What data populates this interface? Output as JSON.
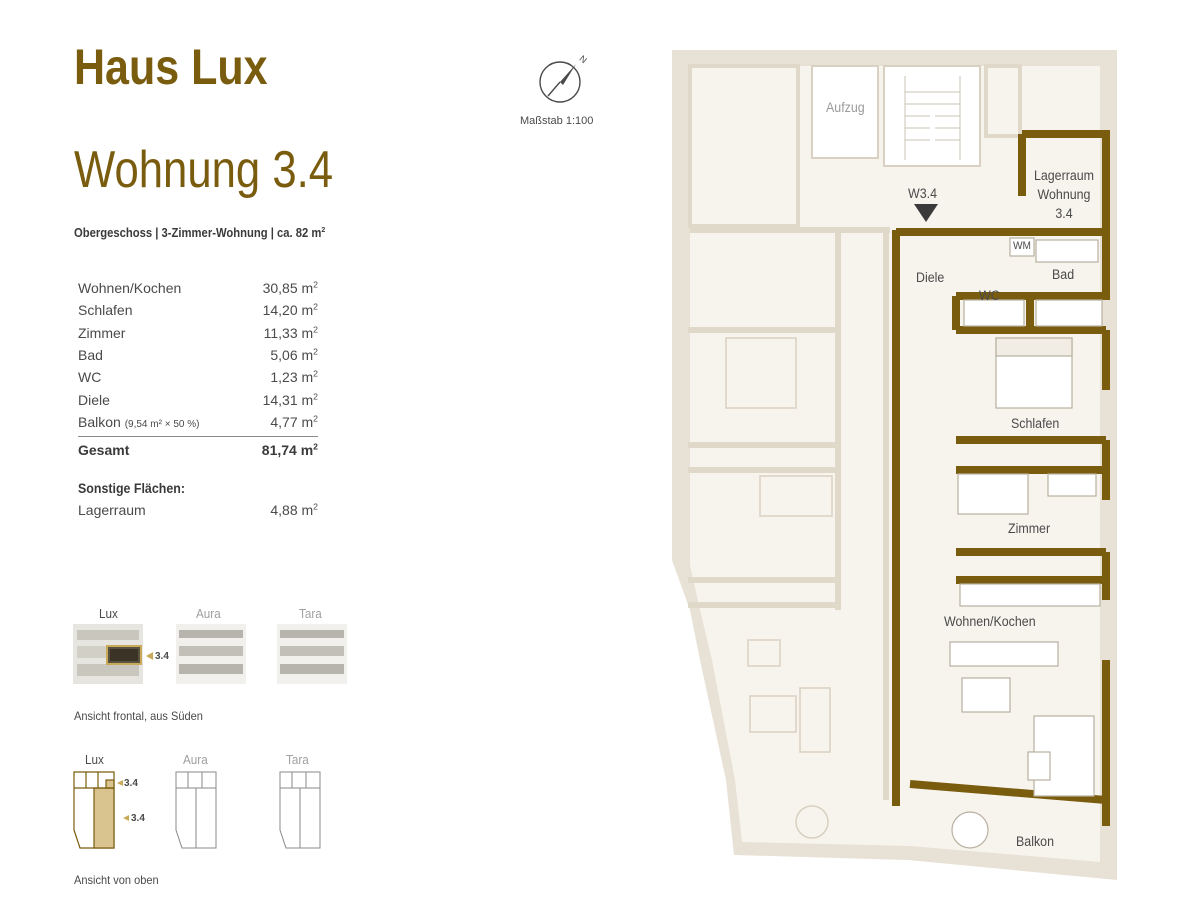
{
  "header": {
    "building": "Haus Lux",
    "unit": "Wohnung 3.4",
    "subtitle": "Obergeschoss | 3-Zimmer-Wohnung | ca. 82 m",
    "subtitle_sup": "2"
  },
  "areas": [
    {
      "name": "Wohnen/Kochen",
      "value": "30,85 m"
    },
    {
      "name": "Schlafen",
      "value": "14,20 m"
    },
    {
      "name": "Zimmer",
      "value": "11,33 m"
    },
    {
      "name": "Bad",
      "value": "5,06 m"
    },
    {
      "name": "WC",
      "value": "1,23 m"
    },
    {
      "name": "Diele",
      "value": "14,31 m"
    },
    {
      "name": "Balkon",
      "note": "(9,54 m² × 50 %)",
      "value": "4,77 m"
    }
  ],
  "total": {
    "name": "Gesamt",
    "value": "81,74 m"
  },
  "unit_sup": "2",
  "other_heading": "Sonstige Flächen:",
  "other_areas": [
    {
      "name": "Lagerraum",
      "value": "4,88 m"
    }
  ],
  "compass": {
    "north_label": "N",
    "icon": "north-arrow-icon"
  },
  "scale_label": "Maßstab 1:100",
  "views": {
    "front_labels": [
      "Lux",
      "Aura",
      "Tara"
    ],
    "front_marker": "3.4",
    "front_caption": "Ansicht frontal, aus Süden",
    "top_labels": [
      "Lux",
      "Aura",
      "Tara"
    ],
    "top_marker_1": "3.4",
    "top_marker_2": "3.4",
    "top_caption": "Ansicht von oben"
  },
  "plan": {
    "aufzug": "Aufzug",
    "entrance": "W3.4",
    "lager_1": "Lagerraum",
    "lager_2": "Wohnung",
    "lager_3": "3.4",
    "diele": "Diele",
    "wm": "WM",
    "bad": "Bad",
    "wc": "WC",
    "schlafen": "Schlafen",
    "zimmer": "Zimmer",
    "wohnen": "Wohnen/Kochen",
    "balkon": "Balkon"
  },
  "colors": {
    "accent": "#7a5c0f",
    "wall_light": "#e8e1d5",
    "floor": "#f7f4ee",
    "highlight": "#c9aa5a"
  }
}
